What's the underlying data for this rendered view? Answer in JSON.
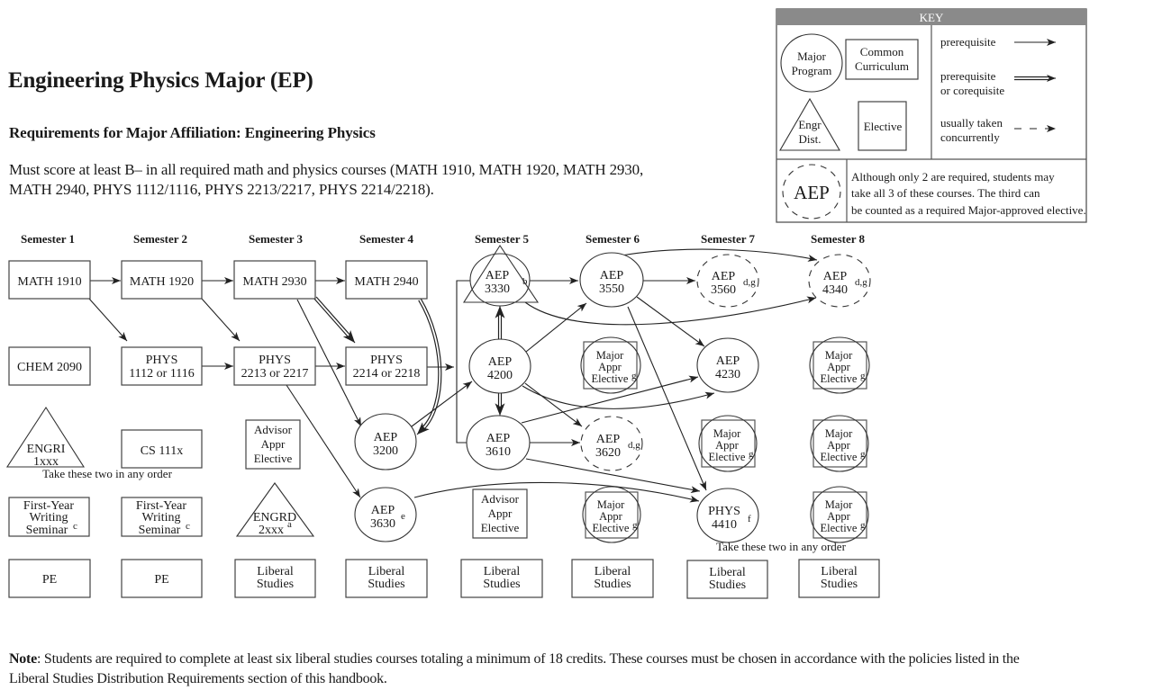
{
  "header": {
    "title": "Engineering Physics Major (EP)",
    "subtitle": "Requirements for Major Affiliation:  Engineering Physics",
    "requirement_lines": [
      "Must score at least B– in all required math and physics courses (MATH 1910, MATH 1920, MATH 2930,",
      "MATH 2940, PHYS 1112/1116, PHYS 2213/2217, PHYS 2214/2218)."
    ]
  },
  "key": {
    "title": "KEY",
    "shapes": {
      "major_program": [
        "Major",
        "Program"
      ],
      "common_curriculum": [
        "Common",
        "Curriculum"
      ],
      "engr_dist": [
        "Engr",
        "Dist."
      ],
      "elective": [
        "Elective"
      ]
    },
    "arrows": {
      "prerequisite": [
        "prerequisite"
      ],
      "prereq_or_coreq": [
        "prerequisite",
        "or corequisite"
      ],
      "concurrent": [
        "usually taken",
        "concurrently"
      ]
    },
    "optional": {
      "symbol": "AEP",
      "lines": [
        "Although only 2 are required, students may",
        "take all 3 of these courses. The third can",
        "be counted as a required Major-approved elective."
      ]
    }
  },
  "semesters": [
    "Semester 1",
    "Semester 2",
    "Semester 3",
    "Semester 4",
    "Semester 5",
    "Semester 6",
    "Semester 7",
    "Semester 8"
  ],
  "nodes": {
    "math1910": {
      "type": "common",
      "lines": [
        "MATH 1910"
      ],
      "sup": ""
    },
    "math1920": {
      "type": "common",
      "lines": [
        "MATH 1920"
      ],
      "sup": ""
    },
    "math2930": {
      "type": "common",
      "lines": [
        "MATH 2930"
      ],
      "sup": ""
    },
    "math2940": {
      "type": "common",
      "lines": [
        "MATH 2940"
      ],
      "sup": ""
    },
    "aep3330": {
      "type": "major+engr_dist",
      "lines": [
        "AEP",
        "3330"
      ],
      "sup": "b"
    },
    "aep3550": {
      "type": "major",
      "lines": [
        "AEP",
        "3550"
      ],
      "sup": ""
    },
    "aep3560": {
      "type": "optional",
      "lines": [
        "AEP",
        "3560"
      ],
      "sup": "d,g"
    },
    "aep4340": {
      "type": "optional",
      "lines": [
        "AEP",
        "4340"
      ],
      "sup": "d,g"
    },
    "chem2090": {
      "type": "common",
      "lines": [
        "CHEM 2090"
      ],
      "sup": ""
    },
    "phys1112": {
      "type": "common",
      "lines": [
        "PHYS",
        "1112 or 1116"
      ],
      "sup": ""
    },
    "phys2213": {
      "type": "common",
      "lines": [
        "PHYS",
        "2213 or 2217"
      ],
      "sup": ""
    },
    "phys2214": {
      "type": "common",
      "lines": [
        "PHYS",
        "2214 or 2218"
      ],
      "sup": ""
    },
    "aep4200": {
      "type": "major",
      "lines": [
        "AEP",
        "4200"
      ],
      "sup": ""
    },
    "mae_s6_a": {
      "type": "major_elective",
      "lines": [
        "Major",
        "Appr",
        "Elective"
      ],
      "sup": "g"
    },
    "aep4230": {
      "type": "major",
      "lines": [
        "AEP",
        "4230"
      ],
      "sup": ""
    },
    "mae_s8_a": {
      "type": "major_elective",
      "lines": [
        "Major",
        "Appr",
        "Elective"
      ],
      "sup": "g"
    },
    "engri": {
      "type": "engr_dist",
      "lines": [
        "ENGRI",
        "1xxx"
      ],
      "sup": ""
    },
    "cs111x": {
      "type": "common",
      "lines": [
        "CS 111x"
      ],
      "sup": ""
    },
    "advisor_s3": {
      "type": "elective",
      "lines": [
        "Advisor",
        "Appr",
        "Elective"
      ],
      "sup": ""
    },
    "aep3200": {
      "type": "major",
      "lines": [
        "AEP",
        "3200"
      ],
      "sup": ""
    },
    "aep3610": {
      "type": "major",
      "lines": [
        "AEP",
        "3610"
      ],
      "sup": ""
    },
    "aep3620": {
      "type": "optional",
      "lines": [
        "AEP",
        "3620"
      ],
      "sup": "d,g"
    },
    "mae_s7_b": {
      "type": "major_elective",
      "lines": [
        "Major",
        "Appr",
        "Elective"
      ],
      "sup": "g"
    },
    "mae_s8_b": {
      "type": "major_elective",
      "lines": [
        "Major",
        "Appr",
        "Elective"
      ],
      "sup": "g"
    },
    "fws1": {
      "type": "common",
      "lines": [
        "First-Year",
        "Writing",
        "Seminar"
      ],
      "sup": "c"
    },
    "fws2": {
      "type": "common",
      "lines": [
        "First-Year",
        "Writing",
        "Seminar"
      ],
      "sup": "c"
    },
    "engrd": {
      "type": "engr_dist",
      "lines": [
        "ENGRD",
        "2xxx"
      ],
      "sup": "a"
    },
    "aep3630": {
      "type": "major",
      "lines": [
        "AEP",
        "3630"
      ],
      "sup": "e"
    },
    "advisor_s5": {
      "type": "elective",
      "lines": [
        "Advisor",
        "Appr",
        "Elective"
      ],
      "sup": ""
    },
    "mae_s6_b": {
      "type": "major_elective",
      "lines": [
        "Major",
        "Appr",
        "Elective"
      ],
      "sup": "g"
    },
    "phys4410": {
      "type": "major",
      "lines": [
        "PHYS",
        "4410"
      ],
      "sup": "f"
    },
    "mae_s8_c": {
      "type": "major_elective",
      "lines": [
        "Major",
        "Appr",
        "Elective"
      ],
      "sup": "g"
    },
    "pe1": {
      "type": "common",
      "lines": [
        "PE"
      ],
      "sup": ""
    },
    "pe2": {
      "type": "common",
      "lines": [
        "PE"
      ],
      "sup": ""
    },
    "ls3": {
      "type": "elective",
      "lines": [
        "Liberal",
        "Studies"
      ],
      "sup": ""
    },
    "ls4": {
      "type": "elective",
      "lines": [
        "Liberal",
        "Studies"
      ],
      "sup": ""
    },
    "ls5": {
      "type": "elective",
      "lines": [
        "Liberal",
        "Studies"
      ],
      "sup": ""
    },
    "ls6": {
      "type": "elective",
      "lines": [
        "Liberal",
        "Studies"
      ],
      "sup": ""
    },
    "ls7": {
      "type": "elective",
      "lines": [
        "Liberal",
        "Studies"
      ],
      "sup": ""
    },
    "ls8": {
      "type": "elective",
      "lines": [
        "Liberal",
        "Studies"
      ],
      "sup": ""
    }
  },
  "annotations": {
    "take_two_first_year": "Take these two in any order",
    "take_two_sem7": "Take these two in any order"
  },
  "edges": [
    {
      "from": "MATH 1910",
      "to": "MATH 1920",
      "type": "prerequisite"
    },
    {
      "from": "MATH 1920",
      "to": "MATH 2930",
      "type": "prerequisite"
    },
    {
      "from": "MATH 2930",
      "to": "MATH 2940",
      "type": "prerequisite"
    },
    {
      "from": "MATH 1910",
      "to": "PHYS 1112 or 1116",
      "type": "prerequisite"
    },
    {
      "from": "MATH 1920",
      "to": "PHYS 2213 or 2217",
      "type": "prerequisite"
    },
    {
      "from": "MATH 2930",
      "to": "AEP 3200",
      "type": "prerequisite"
    },
    {
      "from": "MATH 2930",
      "to": "PHYS 2214 or 2218",
      "type": "prerequisite or corequisite"
    },
    {
      "from": "MATH 2940",
      "to": "AEP 3200",
      "type": "prerequisite or corequisite"
    },
    {
      "from": "PHYS 1112 or 1116",
      "to": "PHYS 2213 or 2217",
      "type": "prerequisite"
    },
    {
      "from": "PHYS 2213 or 2217",
      "to": "PHYS 2214 or 2218",
      "type": "prerequisite"
    },
    {
      "from": "PHYS 2213 or 2217",
      "to": "AEP 3630",
      "type": "prerequisite"
    },
    {
      "from": "PHYS 2214 or 2218",
      "to": "AEP 3330 / AEP 4200 / AEP 3610",
      "type": "prerequisite"
    },
    {
      "from": "AEP 3200",
      "to": "AEP 4200",
      "type": "prerequisite"
    },
    {
      "from": "AEP 4200",
      "to": "AEP 3330",
      "type": "prerequisite or corequisite"
    },
    {
      "from": "AEP 4200",
      "to": "AEP 3610",
      "type": "prerequisite or corequisite"
    },
    {
      "from": "AEP 3330",
      "to": "AEP 3550",
      "type": "prerequisite"
    },
    {
      "from": "AEP 3330",
      "to": "AEP 4340",
      "type": "prerequisite"
    },
    {
      "from": "AEP 4200",
      "to": "AEP 3550",
      "type": "prerequisite"
    },
    {
      "from": "AEP 3550",
      "to": "AEP 3560",
      "type": "prerequisite"
    },
    {
      "from": "AEP 3550",
      "to": "AEP 4340",
      "type": "prerequisite"
    },
    {
      "from": "AEP 3550",
      "to": "AEP 4230",
      "type": "prerequisite"
    },
    {
      "from": "AEP 3550",
      "to": "PHYS 4410",
      "type": "prerequisite"
    },
    {
      "from": "AEP 4200",
      "to": "AEP 3620",
      "type": "prerequisite"
    },
    {
      "from": "AEP 4200",
      "to": "AEP 4230",
      "type": "prerequisite"
    },
    {
      "from": "AEP 3610",
      "to": "AEP 3620",
      "type": "prerequisite"
    },
    {
      "from": "AEP 3610",
      "to": "AEP 4230",
      "type": "prerequisite"
    },
    {
      "from": "AEP 3610",
      "to": "PHYS 4410",
      "type": "prerequisite"
    },
    {
      "from": "AEP 3630",
      "to": "PHYS 4410",
      "type": "prerequisite"
    }
  ],
  "footer": {
    "note_label": "Note",
    "note_lines": [
      ": Students are required to complete at least six liberal studies courses totaling a minimum of 18 credits.  These courses must be chosen in accordance with the policies listed in the",
      "Liberal Studies Distribution Requirements section of this handbook."
    ]
  }
}
